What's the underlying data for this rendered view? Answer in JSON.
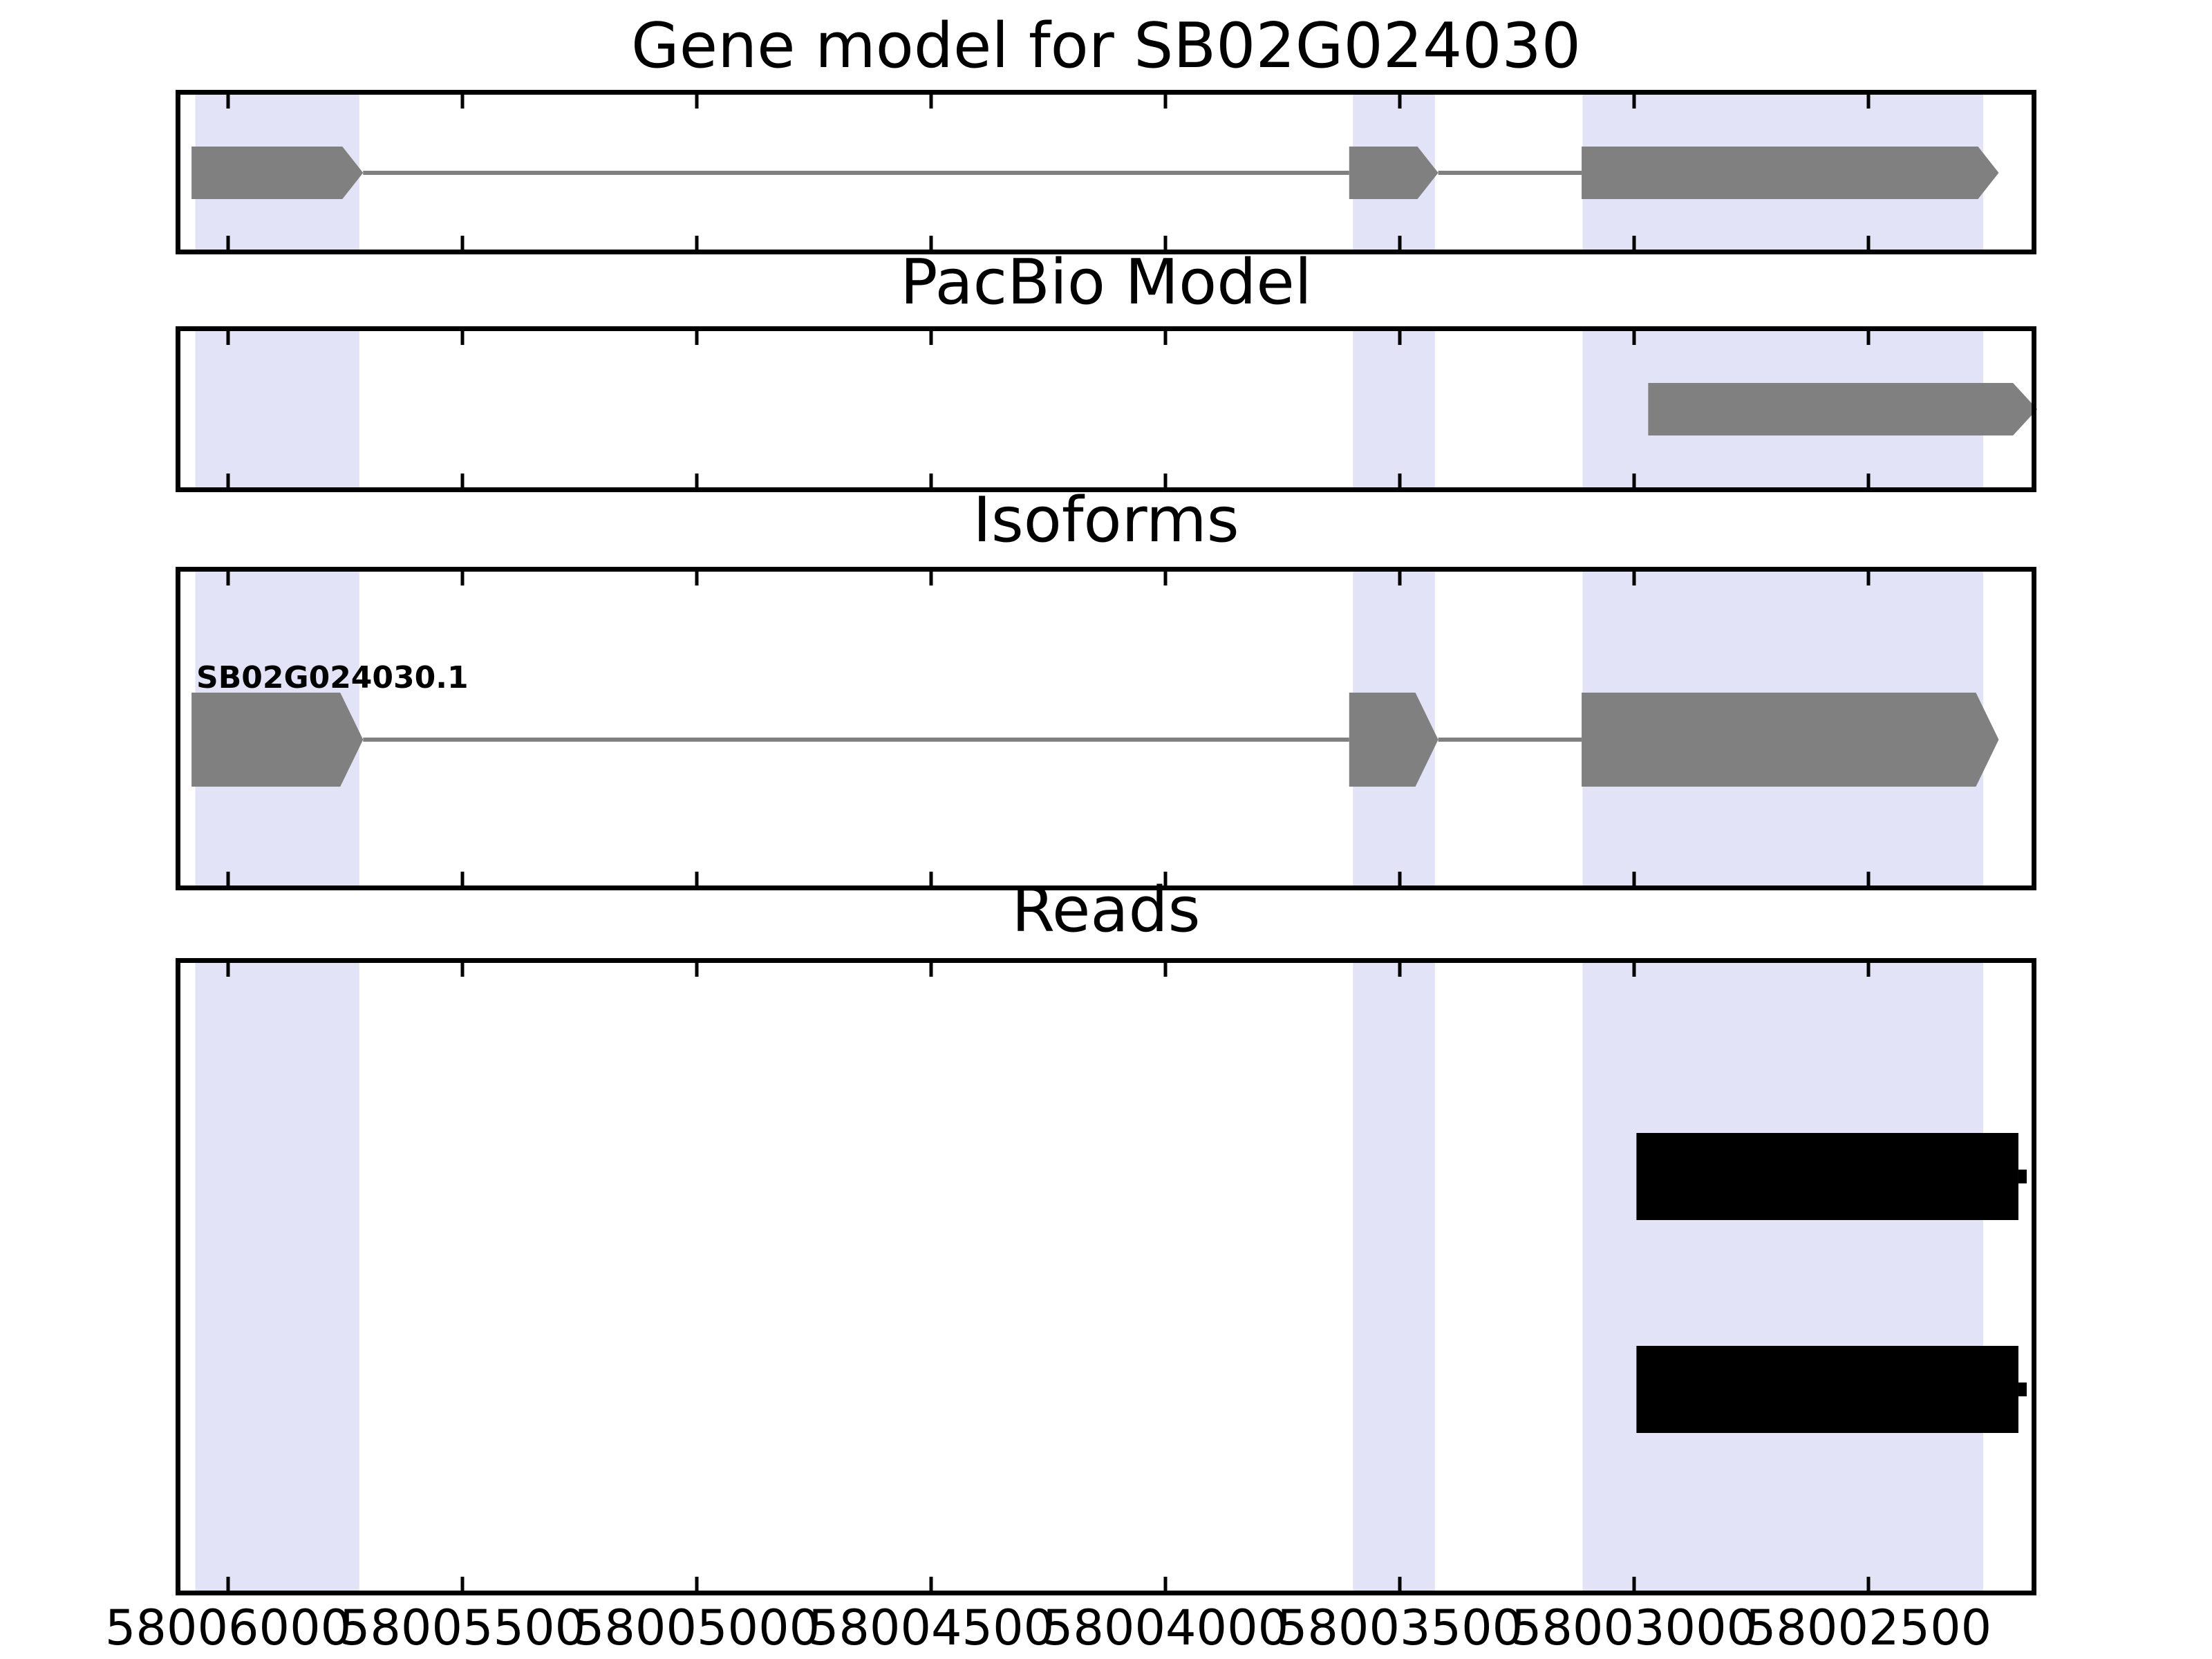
{
  "figure": {
    "background": "#ffffff",
    "titles": {
      "gene_model": "Gene model for SB02G024030",
      "pacbio": "PacBio Model",
      "isoforms": "Isoforms",
      "reads": "Reads"
    },
    "isoform_label": "SB02G024030.1",
    "colors": {
      "highlight_band": "#e3e3f8",
      "feature_gray": "#808080",
      "read_black": "#000000",
      "frame": "#000000",
      "text": "#000000"
    }
  },
  "chart_data": {
    "type": "genomic-feature-tracks",
    "title": "Gene model for SB02G024030",
    "x_axis": {
      "unit": "genomic position (bp)",
      "inverted": true,
      "xlim": [
        58006100,
        58002150
      ],
      "ticks": [
        58006000,
        58005500,
        58005000,
        58004500,
        58004000,
        58003500,
        58003000,
        58002500
      ],
      "tick_labels": [
        "58006000",
        "58005500",
        "58005000",
        "58004500",
        "58004000",
        "58003500",
        "58003000",
        "58002500"
      ]
    },
    "highlights": [
      {
        "from": 58006070,
        "to": 58005720
      },
      {
        "from": 58003600,
        "to": 58003425
      },
      {
        "from": 58003110,
        "to": 58002255
      }
    ],
    "tracks": [
      {
        "name": "gene_model",
        "title": "Gene model for SB02G024030",
        "features": [
          {
            "kind": "exon-arrow",
            "from": 58006078,
            "to": 58005712
          },
          {
            "kind": "exon-arrow",
            "from": 58003608,
            "to": 58003418
          },
          {
            "kind": "exon-arrow",
            "from": 58003112,
            "to": 58002222
          }
        ],
        "introns": [
          [
            58005712,
            58003608
          ],
          [
            58003418,
            58003112
          ]
        ]
      },
      {
        "name": "pacbio_model",
        "title": "PacBio Model",
        "features": [
          {
            "kind": "exon-arrow",
            "from": 58002970,
            "to": 58002140
          }
        ],
        "introns": []
      },
      {
        "name": "isoforms",
        "title": "Isoforms",
        "label": "SB02G024030.1",
        "features": [
          {
            "kind": "exon-arrow",
            "from": 58006078,
            "to": 58005712
          },
          {
            "kind": "exon-arrow",
            "from": 58003608,
            "to": 58003418
          },
          {
            "kind": "exon-arrow",
            "from": 58003112,
            "to": 58002222
          }
        ],
        "introns": [
          [
            58005712,
            58003608
          ],
          [
            58003418,
            58003112
          ]
        ]
      },
      {
        "name": "reads",
        "title": "Reads",
        "features": [
          {
            "kind": "read",
            "from": 58002995,
            "to": 58002180
          },
          {
            "kind": "read",
            "from": 58002995,
            "to": 58002180
          }
        ],
        "introns": []
      }
    ]
  }
}
